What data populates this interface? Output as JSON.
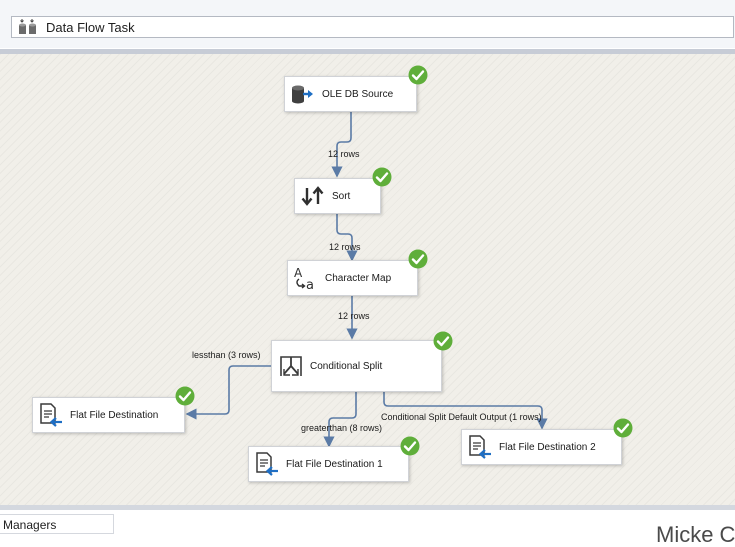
{
  "header": {
    "task_title": "Data Flow Task",
    "task_icon": "data-flow-task-icon"
  },
  "components": {
    "ole_db_source": "OLE DB Source",
    "sort": "Sort",
    "character_map": "Character Map",
    "conditional_split": "Conditional Split",
    "flat_file_destination": "Flat File Destination",
    "flat_file_destination_1": "Flat File Destination 1",
    "flat_file_destination_2": "Flat File Destination 2"
  },
  "paths": {
    "source_to_sort": "12 rows",
    "sort_to_charmap": "12 rows",
    "charmap_to_split": "12 rows",
    "lessthan": "lessthan (3 rows)",
    "greaterthan": "greaterthan (8 rows)",
    "default_output": "Conditional Split Default Output (1 rows)"
  },
  "status": {
    "all_components": "success-check-icon",
    "success_color": "#5fae3a"
  },
  "bottom": {
    "managers_tab": "Managers",
    "cut_text": "Micke C"
  }
}
